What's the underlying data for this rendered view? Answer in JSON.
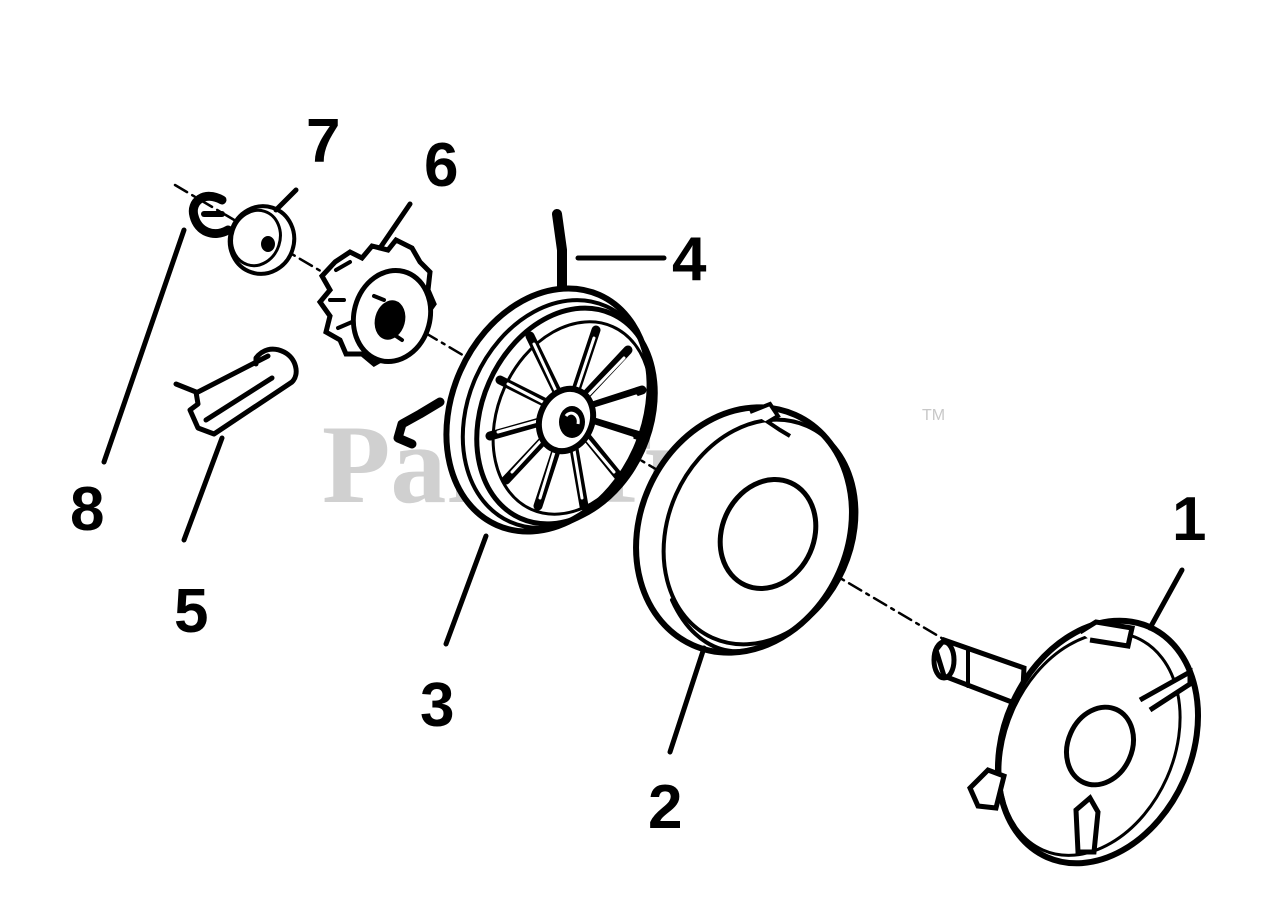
{
  "diagram": {
    "watermark": "PartsTree",
    "trademark": "TM",
    "callouts": [
      {
        "id": "1",
        "label": "1"
      },
      {
        "id": "2",
        "label": "2"
      },
      {
        "id": "3",
        "label": "3"
      },
      {
        "id": "4",
        "label": "4"
      },
      {
        "id": "5",
        "label": "5"
      },
      {
        "id": "6",
        "label": "6"
      },
      {
        "id": "7",
        "label": "7"
      },
      {
        "id": "8",
        "label": "8"
      }
    ]
  }
}
